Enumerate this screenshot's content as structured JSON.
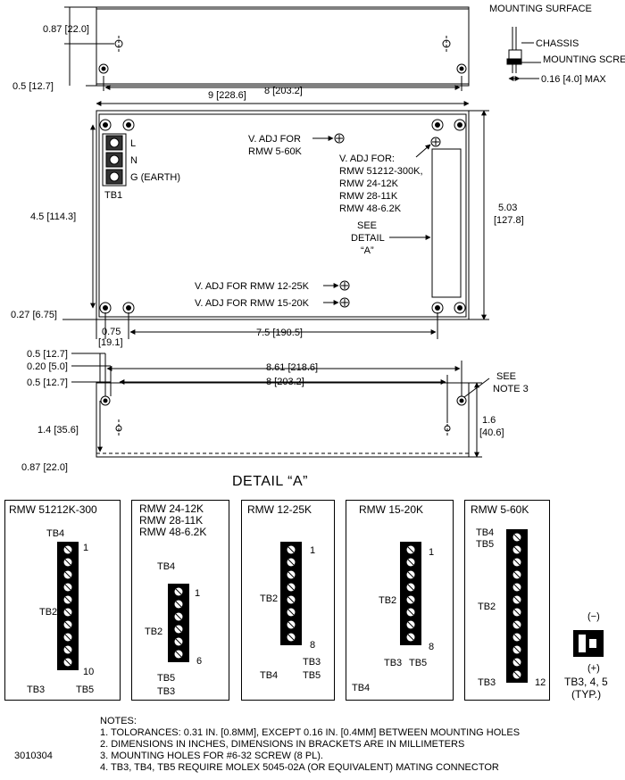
{
  "top_view": {
    "dim_height": "0.87 [22.0]",
    "dim_edge": "0.5 [12.7]",
    "dim_holes": "8 [203.2]"
  },
  "side_detail": {
    "mounting_surface": "MOUNTING SURFACE",
    "chassis": "CHASSIS",
    "mounting_screw": "MOUNTING SCREW",
    "max_dim": "0.16 [4.0] MAX"
  },
  "front_view": {
    "dim_width": "9 [228.6]",
    "terminal_labels": [
      "L",
      "N",
      "G (EARTH)"
    ],
    "tb1": "TB1",
    "vadj_5_60k": [
      "V. ADJ FOR",
      "RMW 5-60K"
    ],
    "vadj_for": [
      "V. ADJ FOR:",
      "RMW 51212-300K,",
      "RMW 24-12K",
      "RMW 28-11K",
      "RMW 48-6.2K"
    ],
    "see_detail": [
      "SEE",
      "DETAIL",
      "“A”"
    ],
    "vadj_12_25k": "V. ADJ FOR RMW 12-25K",
    "vadj_15_20k": "V. ADJ FOR RMW 15-20K",
    "dim_left_height": "4.5 [114.3]",
    "dim_right_height": [
      "5.03",
      "[127.8]"
    ],
    "dim_bottom_edge": "0.27 [6.75]",
    "dim_075": [
      "0.75",
      "[19.1]"
    ],
    "dim_75": "7.5 [190.5]"
  },
  "bottom_view": {
    "dim_a": "0.5 [12.7]",
    "dim_b": "0.20 [5.0]",
    "dim_c": "0.5 [12.7]",
    "dim_overall": "8.61 [218.6]",
    "dim_holes": "8 [203.2]",
    "see_note": [
      "SEE",
      "NOTE 3"
    ],
    "dim_14": "1.4 [35.6]",
    "dim_16": [
      "1.6",
      "[40.6]"
    ],
    "dim_087": "0.87 [22.0]"
  },
  "detail": {
    "title": "DETAIL “A”",
    "boxes": [
      {
        "title": [
          "RMW 51212K-300"
        ],
        "labels": {
          "tb4": "TB4",
          "tb2": "TB2",
          "tb3": "TB3",
          "tb5": "TB5",
          "pin_first": "1",
          "pin_last": "10"
        }
      },
      {
        "title": [
          "RMW 24-12K",
          "RMW 28-11K",
          "RMW 48-6.2K"
        ],
        "labels": {
          "tb4": "TB4",
          "tb2": "TB2",
          "tb5": "TB5",
          "tb3": "TB3",
          "pin_first": "1",
          "pin_last": "6"
        }
      },
      {
        "title": [
          "RMW 12-25K"
        ],
        "labels": {
          "tb2": "TB2",
          "tb3": "TB3",
          "tb4": "TB4",
          "tb5": "TB5",
          "pin_first": "1",
          "pin_last": "8"
        }
      },
      {
        "title": [
          "RMW 15-20K"
        ],
        "labels": {
          "tb2": "TB2",
          "tb3": "TB3",
          "tb5": "TB5",
          "tb4": "TB4",
          "pin_first": "1",
          "pin_last": "8"
        }
      },
      {
        "title": [
          "RMW 5-60K"
        ],
        "labels": {
          "tb4": "TB4",
          "tb5": "TB5",
          "tb2": "TB2",
          "tb3": "TB3",
          "pin_last": "12"
        }
      }
    ],
    "connector": {
      "minus": "(−)",
      "plus": "(+)",
      "caption": [
        "TB3, 4, 5",
        "(TYP.)"
      ]
    }
  },
  "notes": {
    "heading": "NOTES:",
    "items": [
      "1. TOLORANCES: 0.31 IN. [0.8MM], EXCEPT 0.16 IN. [0.4MM] BETWEEN MOUNTING HOLES",
      "2. DIMENSIONS IN INCHES, DIMENSIONS IN BRACKETS ARE IN MILLIMETERS",
      "3. MOUNTING HOLES FOR #6-32 SCREW (8 PL).",
      "4. TB3, TB4, TB5 REQUIRE MOLEX 5045-02A (OR EQUIVALENT) MATING CONNECTOR"
    ]
  },
  "doc_number": "3010304"
}
